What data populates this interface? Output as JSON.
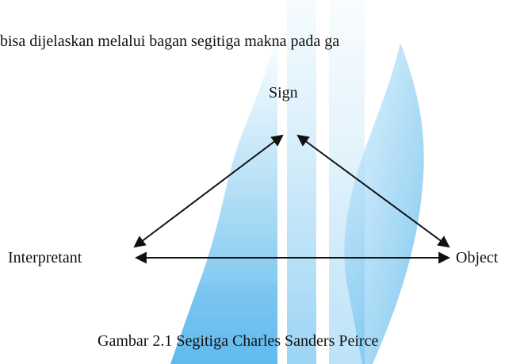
{
  "document": {
    "intro_text": "bisa dijelaskan melalui bagan segitiga makna pada ga",
    "caption": "Gambar 2.1 Segitiga Charles Sanders Peirce"
  },
  "diagram": {
    "nodes": {
      "sign": "Sign",
      "interpretant": "Interpretant",
      "object": "Object"
    }
  },
  "colors": {
    "watermark_light": "#d8eefb",
    "watermark_mid": "#8fcdf1",
    "watermark_strong": "#2ea6e8",
    "text": "#111111",
    "arrow": "#111111"
  }
}
